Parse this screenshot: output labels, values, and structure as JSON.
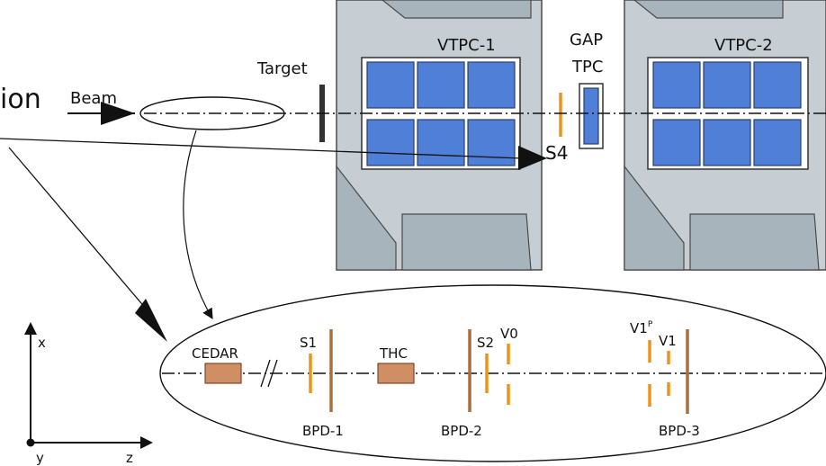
{
  "labels": {
    "vtpc1": "VTPC-1",
    "vtpc2": "VTPC-2",
    "gap_line1": "GAP",
    "gap_line2": "TPC",
    "target": "Target",
    "beam": "Beam",
    "overlay_fragment": "ion",
    "s4": "S4",
    "cedar": "CEDAR",
    "thc": "THC",
    "s1": "S1",
    "s2": "S2",
    "v0": "V0",
    "v1p": "V1",
    "v1p_sup": "P",
    "v1": "V1",
    "bpd1": "BPD-1",
    "bpd2": "BPD-2",
    "bpd3": "BPD-3",
    "axis_x": "x",
    "axis_y": "y",
    "axis_z": "z"
  },
  "colors": {
    "chamber_gray": "#c7ced3",
    "tpc_cell_blue": "#4f7fd6",
    "scintillator_orange": "#f0921a",
    "bpd_brown": "#a87040",
    "detector_box_brown": "#cf8e64"
  }
}
